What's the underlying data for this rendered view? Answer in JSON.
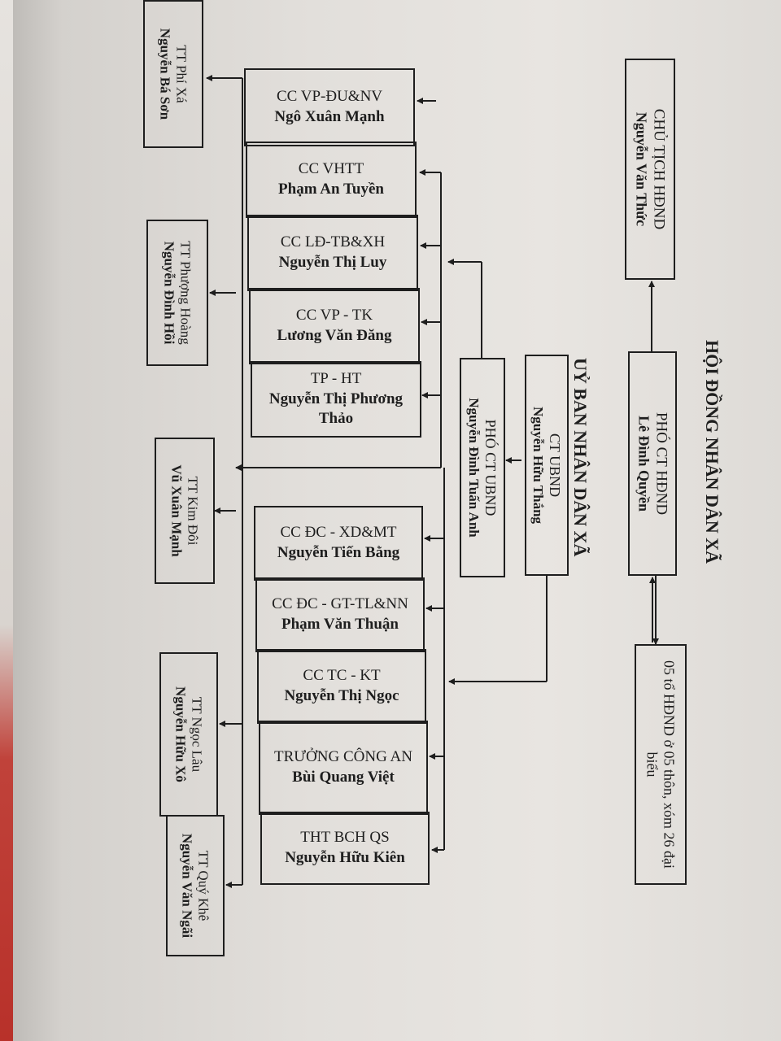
{
  "council": {
    "heading": "HỘI ĐỒNG NHÂN DÂN XÃ",
    "chairman": {
      "title": "CHỦ TỊCH HĐND",
      "name": "Nguyễn Văn Thức"
    },
    "vice_chairman": {
      "title": "PHÓ CT HĐND",
      "name": "Lê Đình Quyền"
    },
    "groups": {
      "text": "05 tổ HĐND ở 05 thôn, xóm 26 đại biểu"
    }
  },
  "committee": {
    "heading": "UỶ BAN NHÂN DÂN XÃ",
    "chairman": {
      "title": "CT UBND",
      "name": "Nguyễn Hữu Thắng"
    },
    "vice_chairman": {
      "title": "PHÓ CT UBND",
      "name": "Nguyễn Đình Tuấn Anh"
    }
  },
  "officials_upper": [
    {
      "title": "CC VP-ĐU&NV",
      "name": "Ngô Xuân Mạnh"
    },
    {
      "title": "CC VHTT",
      "name": "Phạm An Tuyền"
    },
    {
      "title": "CC LĐ-TB&XH",
      "name": "Nguyễn Thị Luy"
    },
    {
      "title": "CC VP - TK",
      "name": "Lương Văn Đăng"
    },
    {
      "title": "TP - HT",
      "name": "Nguyễn Thị Phương Thảo"
    }
  ],
  "officials_lower": [
    {
      "title": "CC ĐC - XD&MT",
      "name": "Nguyễn Tiến Bằng"
    },
    {
      "title": "CC ĐC - GT-TL&NN",
      "name": "Phạm Văn Thuận"
    },
    {
      "title": "CC TC - KT",
      "name": "Nguyễn Thị Ngọc"
    },
    {
      "title": "TRƯỞNG CÔNG AN",
      "name": "Bùi Quang Việt"
    },
    {
      "title": "THT BCH QS",
      "name": "Nguyễn Hữu Kiên"
    }
  ],
  "villages": [
    {
      "title": "TT Phí Xá",
      "name": "Nguyễn Bá Sơn"
    },
    {
      "title": "TT Phượng Hoàng",
      "name": "Nguyễn Đình Hồi"
    },
    {
      "title": "TT Kim Đôi",
      "name": "Vũ Xuân Mạnh"
    },
    {
      "title": "TT Ngọc Lâu",
      "name": "Nguyễn Hữu Xô"
    },
    {
      "title": "TT Quý Khê",
      "name": "Nguyễn Văn Ngãi"
    }
  ]
}
